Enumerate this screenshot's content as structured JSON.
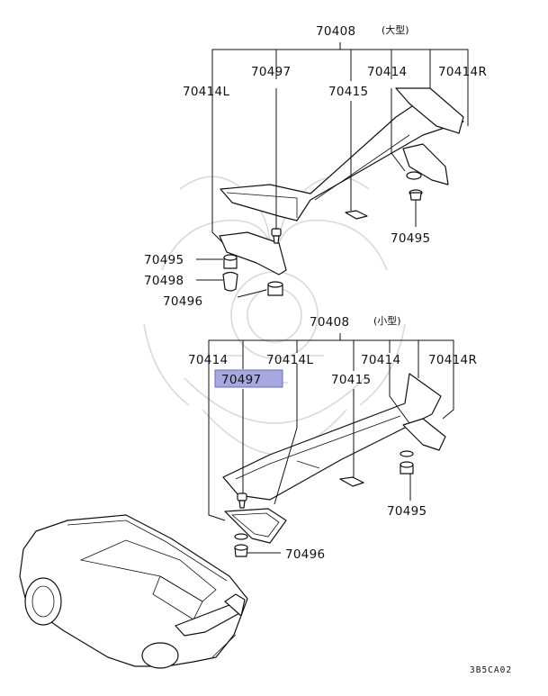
{
  "diagram": {
    "top_assembly": {
      "main_label": "70408",
      "size_label": "(大型)",
      "parts": {
        "p70497": "70497",
        "p70414L": "70414L",
        "p70415": "70415",
        "p70414": "70414",
        "p70414R": "70414R",
        "p70495a": "70495",
        "p70495b": "70495",
        "p70498": "70498",
        "p70496": "70496"
      }
    },
    "bottom_assembly": {
      "main_label": "70408",
      "size_label": "(小型)",
      "parts": {
        "p70414a": "70414",
        "p70497": "70497",
        "p70414L": "70414L",
        "p70415": "70415",
        "p70414b": "70414",
        "p70414R": "70414R",
        "p70495": "70495",
        "p70496": "70496"
      }
    },
    "highlight_color": "#a8a8e0",
    "diagram_code": "3B5CA02"
  }
}
